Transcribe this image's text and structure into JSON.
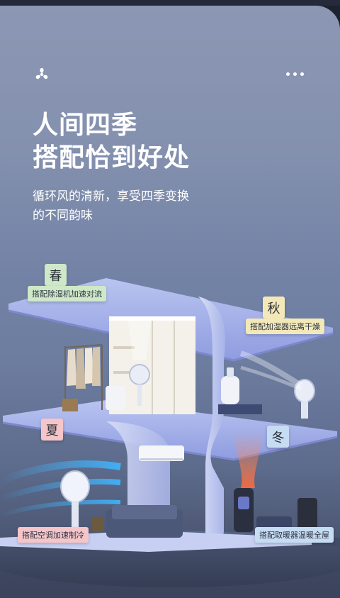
{
  "header": {
    "headline_line1": "人间四季",
    "headline_line2": "搭配恰到好处",
    "subline_line1": "循环风的清新，享受四季变换",
    "subline_line2": "的不同韵味",
    "logo_icon": "fan-icon",
    "menu_icon": "more-dots-icon"
  },
  "seasons": {
    "spring": {
      "name": "春",
      "tag": "搭配除湿机加速对流",
      "color": "#cfe8c8"
    },
    "autumn": {
      "name": "秋",
      "tag": "搭配加湿器远离干燥",
      "color": "#f3e9b8"
    },
    "summer": {
      "name": "夏",
      "tag": "搭配空调加速制冷",
      "color": "#f5c6c9"
    },
    "winter": {
      "name": "冬",
      "tag": "搭配取暖器温暖全屋",
      "color": "#c6dcf2"
    }
  },
  "colors": {
    "bg_top": "#8c97b4",
    "bg_bottom": "#3c455d",
    "frame": "#e9edfa"
  }
}
